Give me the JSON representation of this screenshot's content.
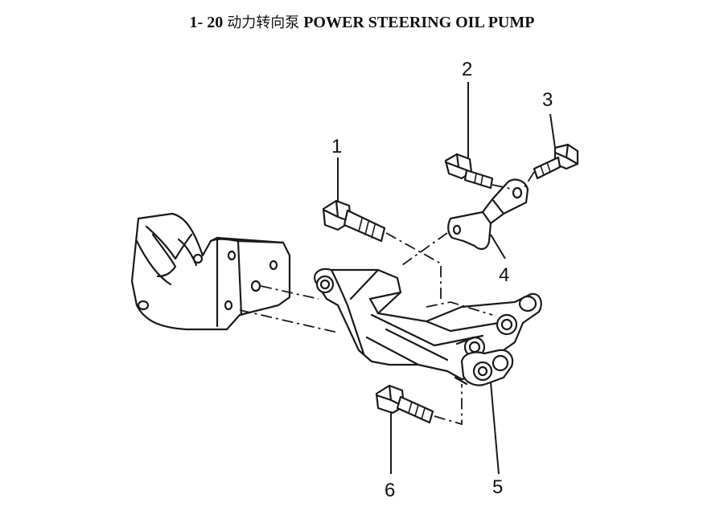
{
  "title": {
    "prefix": "1-  20 ",
    "chinese": "动力转向泵",
    "english": " POWER STEERING OIL PUMP"
  },
  "callouts": [
    "1",
    "2",
    "3",
    "4",
    "5",
    "6"
  ]
}
